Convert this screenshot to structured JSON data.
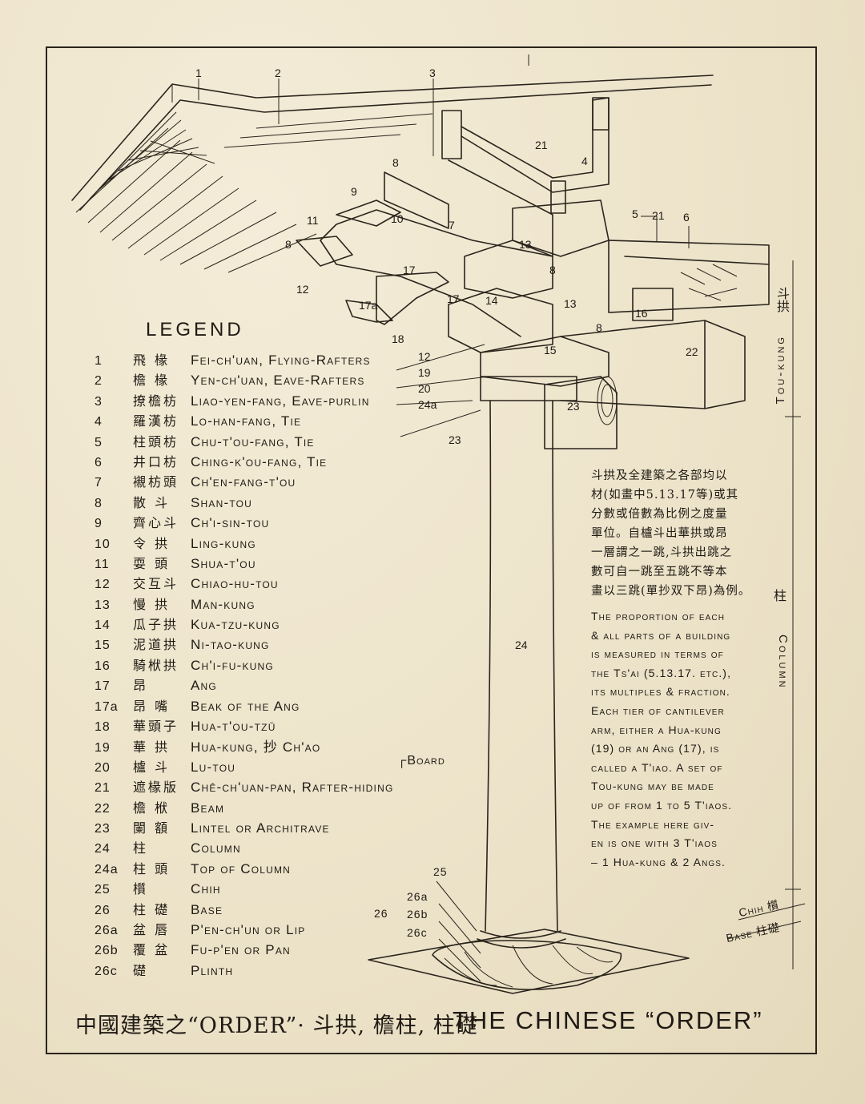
{
  "legend": {
    "title": "LEGEND",
    "items": [
      {
        "num": "1",
        "zh": "飛 椽",
        "en": "Fei-ch'uan, Flying-Rafters"
      },
      {
        "num": "2",
        "zh": "檐 椽",
        "en": "Yen-ch'uan, Eave-Rafters"
      },
      {
        "num": "3",
        "zh": "撩檐枋",
        "en": "Liao-yen-fang, Eave-purlin"
      },
      {
        "num": "4",
        "zh": "羅漢枋",
        "en": "Lo-han-fang, Tie"
      },
      {
        "num": "5",
        "zh": "柱頭枋",
        "en": "Chu-t'ou-fang, Tie"
      },
      {
        "num": "6",
        "zh": "井口枋",
        "en": "Ching-k'ou-fang, Tie"
      },
      {
        "num": "7",
        "zh": "襯枋頭",
        "en": "Ch'en-fang-t'ou"
      },
      {
        "num": "8",
        "zh": "散 斗",
        "en": "Shan-tou"
      },
      {
        "num": "9",
        "zh": "齊心斗",
        "en": "Ch'i-sin-tou"
      },
      {
        "num": "10",
        "zh": "令 拱",
        "en": "Ling-kung"
      },
      {
        "num": "11",
        "zh": "耍 頭",
        "en": "Shua-t'ou"
      },
      {
        "num": "12",
        "zh": "交互斗",
        "en": "Chiao-hu-tou"
      },
      {
        "num": "13",
        "zh": "慢 拱",
        "en": "Man-kung"
      },
      {
        "num": "14",
        "zh": "瓜子拱",
        "en": "Kua-tzu-kung"
      },
      {
        "num": "15",
        "zh": "泥道拱",
        "en": "Ni-tao-kung"
      },
      {
        "num": "16",
        "zh": "騎栿拱",
        "en": "Ch'i-fu-kung"
      },
      {
        "num": "17",
        "zh": "昂",
        "en": "Ang"
      },
      {
        "num": "17a",
        "zh": "昂 嘴",
        "en": "Beak of the Ang"
      },
      {
        "num": "18",
        "zh": "華頭子",
        "en": "Hua-t'ou-tzŭ"
      },
      {
        "num": "19",
        "zh": "華 拱",
        "en": "Hua-kung, 抄 Ch'ao"
      },
      {
        "num": "20",
        "zh": "櫨 斗",
        "en": "Lu-tou"
      },
      {
        "num": "21",
        "zh": "遮椽版",
        "en": "Chê-ch'uan-pan, Rafter-hiding"
      },
      {
        "num": "22",
        "zh": "檐 栿",
        "en": "Beam"
      },
      {
        "num": "23",
        "zh": "闌 額",
        "en": "Lintel or Architrave"
      },
      {
        "num": "24",
        "zh": "柱",
        "en": "Column"
      },
      {
        "num": "24a",
        "zh": "柱 頭",
        "en": "Top of Column"
      },
      {
        "num": "25",
        "zh": "櫍",
        "en": "Chih"
      },
      {
        "num": "26",
        "zh": "柱 礎",
        "en": "Base"
      },
      {
        "num": "26a",
        "zh": "盆 唇",
        "en": "P'en-ch'un or Lip"
      },
      {
        "num": "26b",
        "zh": "覆 盆",
        "en": "Fu-p'en or Pan"
      },
      {
        "num": "26c",
        "zh": "礎",
        "en": "Plinth"
      }
    ],
    "board_label": "Board"
  },
  "notes": {
    "zh_lines": [
      "斗拱及全建築之各部均以",
      "材(如畫中5.13.17等)或其",
      "分數或倍數為比例之度量",
      "單位。自櫨斗出華拱或昂",
      "一層謂之一跳,斗拱出跳之",
      "數可自一跳至五跳不等本",
      "畫以三跳(單抄双下昂)為例。"
    ],
    "en_lines": [
      "The proportion of each",
      "& all parts of a building",
      "is measured in terms of",
      "the Ts'ai (5.13.17. etc.),",
      "its multiples & fraction.",
      "Each tier of cantilever",
      "arm, either a Hua-kung",
      "(19) or an Ang (17), is",
      "called a T'iao. A set of",
      "Tou-kung may be made",
      "up of from 1 to 5 T'iaos.",
      "The example here giv-",
      "en is one with 3 T'iaos",
      "– 1 Hua-kung & 2 Angs."
    ]
  },
  "side_labels": {
    "tou_kung_zh": "斗拱",
    "tou_kung_en": "Tou-kung",
    "column_zh": "柱",
    "column_en": "Column",
    "chih_en": "Chih",
    "chih_zh": "櫍",
    "base_en": "Base",
    "base_zh": "柱礎"
  },
  "base_callouts": {
    "num": "26",
    "a": "26a",
    "b": "26b",
    "c": "26c",
    "chih": "25"
  },
  "callouts": [
    "1",
    "2",
    "3",
    "4",
    "5",
    "6",
    "7",
    "8",
    "9",
    "10",
    "11",
    "12",
    "13",
    "14",
    "15",
    "16",
    "17",
    "17a",
    "18",
    "19",
    "20",
    "21",
    "22",
    "23",
    "24",
    "24a"
  ],
  "footer": {
    "zh": "中國建築之“ORDER”· 斗拱, 檐柱, 柱礎",
    "en": "THE CHINESE “ORDER”"
  }
}
